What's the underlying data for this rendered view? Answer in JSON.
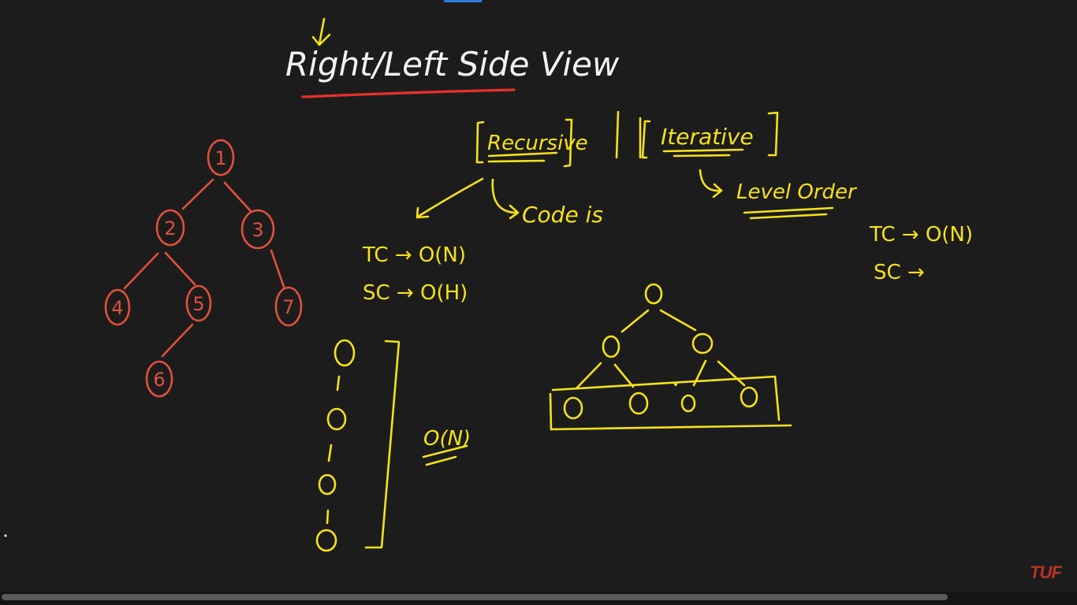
{
  "title": "Right/Left Side View",
  "red_tree": {
    "nodes": [
      "1",
      "2",
      "3",
      "4",
      "5",
      "7",
      "6"
    ]
  },
  "recursive": {
    "label": "Recursive",
    "note": "Code is",
    "tc": "TC → O(N)",
    "sc": "SC → O(H)",
    "chain_label": "O(N)"
  },
  "iterative": {
    "label": "Iterative",
    "note": "Level Order",
    "tc": "TC → O(N)",
    "sc": "SC →"
  },
  "separator": "||",
  "watermark": "TUF",
  "colors": {
    "background": "#1c1c1c",
    "title_ink": "#f2f2f2",
    "yellow_ink": "#f5e21a",
    "red_ink": "#e0503c",
    "underline": "#e8302a"
  }
}
